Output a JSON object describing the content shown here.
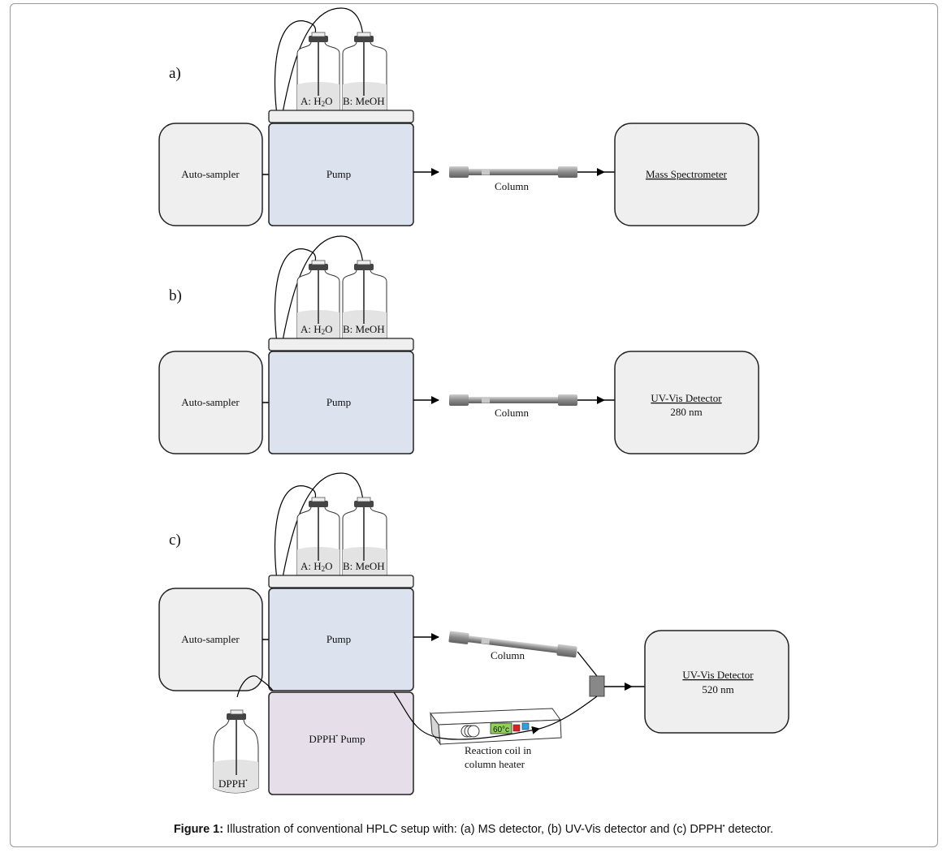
{
  "panels": [
    {
      "label": "a)",
      "autosampler": "Auto-sampler",
      "pump": "Pump",
      "bottle_a": "A: H",
      "bottle_a_sub": "2",
      "bottle_a_end": "O",
      "bottle_b": "B: MeOH",
      "column": "Column",
      "detector_line1": "Mass Spectrometer",
      "detector_line2": ""
    },
    {
      "label": "b)",
      "autosampler": "Auto-sampler",
      "pump": "Pump",
      "bottle_a": "A: H",
      "bottle_a_sub": "2",
      "bottle_a_end": "O",
      "bottle_b": "B: MeOH",
      "column": "Column",
      "detector_line1": "UV-Vis Detector",
      "detector_line2": "280 nm"
    },
    {
      "label": "c)",
      "autosampler": "Auto-sampler",
      "pump": "Pump",
      "bottle_a": "A: H",
      "bottle_a_sub": "2",
      "bottle_a_end": "O",
      "bottle_b": "B: MeOH",
      "column": "Column",
      "detector_line1": "UV-Vis Detector",
      "detector_line2": "520 nm",
      "dpph_pump": "DPPH",
      "dpph_pump_suffix": " Pump",
      "dpph_bottle": "DPPH",
      "radical_dot": "•",
      "heater_display": "60°c",
      "heater_label_line1": "Reaction coil in",
      "heater_label_line2": "column heater"
    }
  ],
  "colors": {
    "autosampler_fill": "#efefef",
    "pump_fill": "#dce3ee",
    "dpph_pump_fill": "#e6dfe9",
    "detector_fill": "#efefef",
    "heater_display": "#8fd05a",
    "heater_red": "#e02020",
    "heater_blue": "#2aa4e0",
    "mixer": "#888888"
  },
  "caption": {
    "bold": "Figure 1:",
    "text": " Illustration of conventional HPLC setup with: (a) MS detector, (b) UV-Vis detector and (c) DPPH",
    "dot": "•",
    "end": " detector."
  }
}
